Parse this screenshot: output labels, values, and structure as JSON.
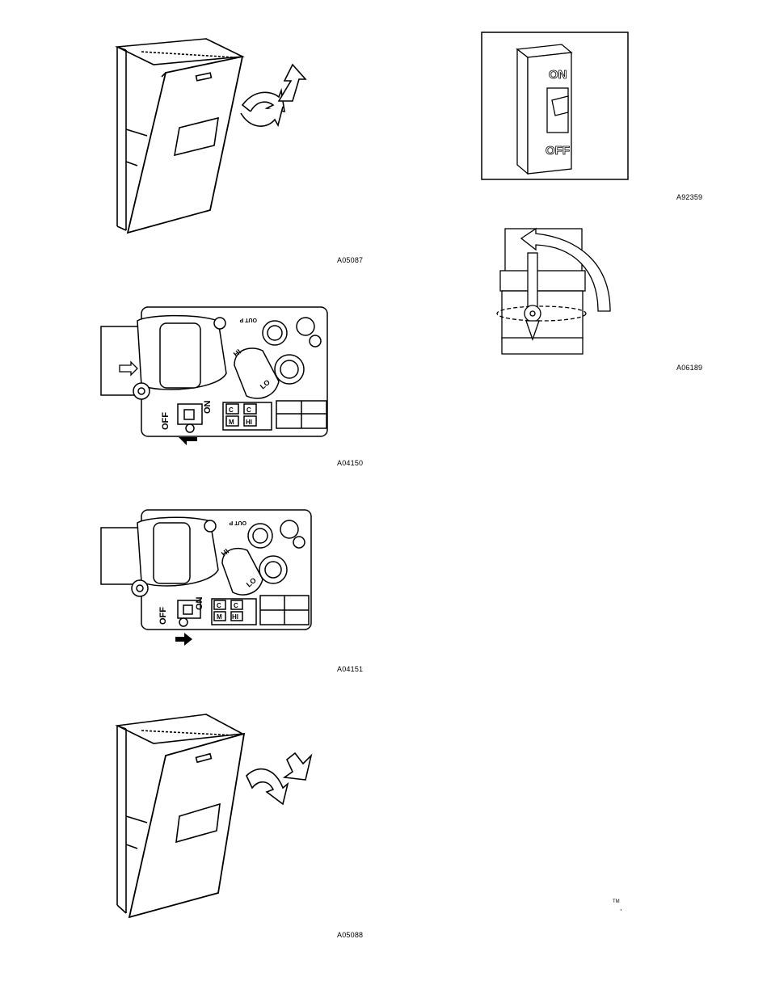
{
  "figures": [
    {
      "id": "door-removal",
      "code": "A05087"
    },
    {
      "id": "gas-valve-off",
      "code": "A04150",
      "valve": {
        "off_label": "OFF",
        "on_label": "ON",
        "inlet_label": "OUT P",
        "hi_label": "HI",
        "lo_label": "LO",
        "c_label": "C",
        "m_label": "M"
      }
    },
    {
      "id": "gas-valve-on",
      "code": "A04151",
      "valve": {
        "off_label": "OFF",
        "on_label": "ON",
        "inlet_label": "OUT P",
        "hi_label": "HI",
        "lo_label": "LO",
        "c_label": "C",
        "m_label": "M"
      }
    },
    {
      "id": "door-install",
      "code": "A05088"
    },
    {
      "id": "power-switch",
      "code": "A92359",
      "switch": {
        "on_label": "ON",
        "off_label": "OFF"
      }
    },
    {
      "id": "manual-gas-cock",
      "code": "A06189"
    }
  ],
  "footer": {
    "trademark": "TM",
    "comma": ","
  }
}
